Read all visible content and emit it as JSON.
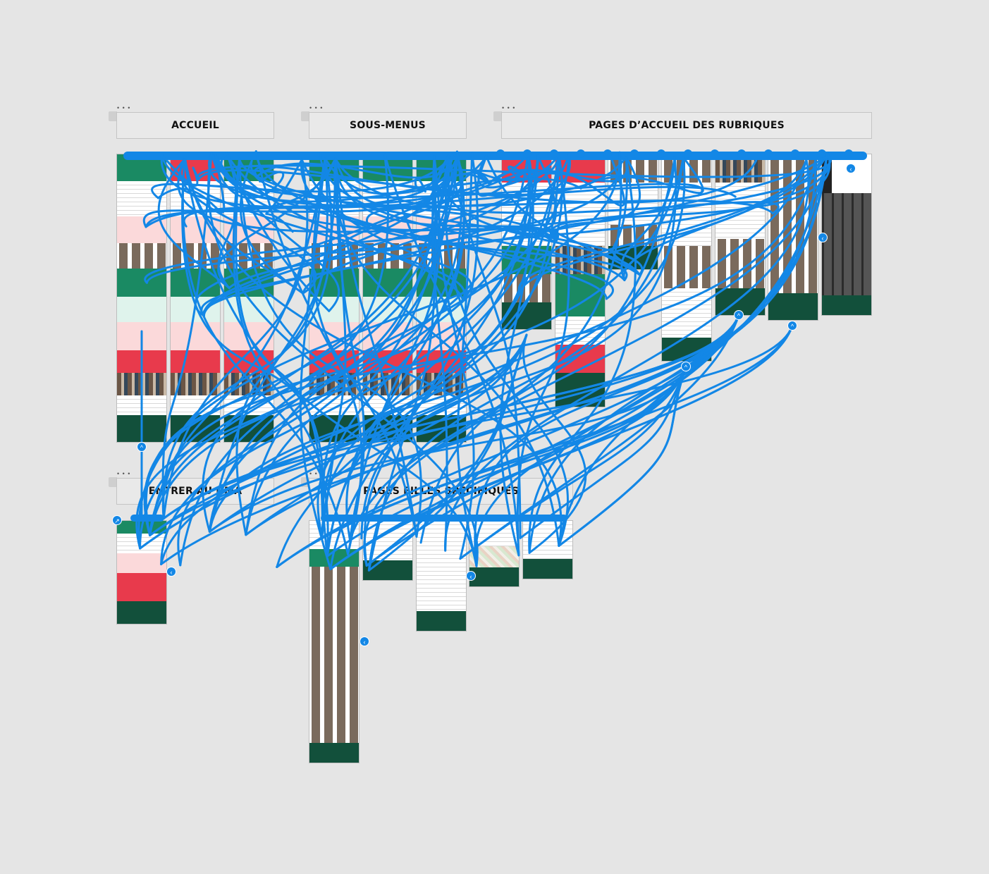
{
  "sections": {
    "accueil": "ACCUEIL",
    "sous_menus": "SOUS-MENUS",
    "rubriques": "PAGES D’ACCUEIL DES RUBRIQUES",
    "entrer": "ENTRER AU DMA",
    "filles": "PAGES FILLES SPÉCIFIQUES"
  },
  "section_menu_glyph": "• • •",
  "colors": {
    "canvas": "#e5e5e5",
    "wire": "#1387e6",
    "brand_green": "#1a8a63",
    "brand_dark_green": "#12503b",
    "brand_red": "#e83a4c",
    "brand_pink": "#fbd9da"
  },
  "icons": {
    "wire_node": "chevron-left-icon",
    "wire_node_up": "chevron-up-icon",
    "wire_node_link": "link-icon"
  }
}
